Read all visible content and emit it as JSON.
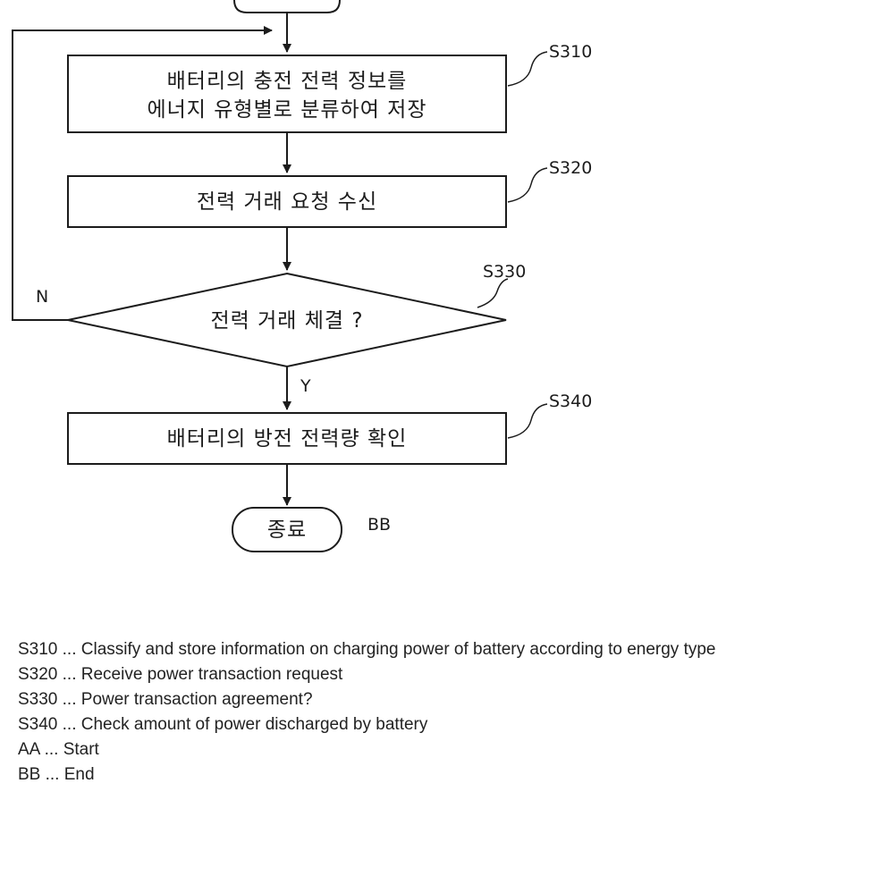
{
  "flowchart": {
    "steps": [
      {
        "id": "S310",
        "lines": [
          "배터리의 충전 전력 정보를",
          "에너지 유형별로 분류하여 저장"
        ]
      },
      {
        "id": "S320",
        "lines": [
          "전력 거래 요청 수신"
        ]
      },
      {
        "id": "S330",
        "text": "전력 거래 체결 ?"
      },
      {
        "id": "S340",
        "lines": [
          "배터리의 방전 전력량 확인"
        ]
      }
    ],
    "end": {
      "text": "종료",
      "tag": "BB"
    },
    "branch_no": "N",
    "branch_yes": "Y"
  },
  "legend": [
    "S310 ... Classify and store information on charging power of battery according to energy type",
    "S320 ... Receive power transaction request",
    "S330 ... Power transaction agreement?",
    "S340 ... Check amount of power discharged by battery",
    "AA ... Start",
    "BB ... End"
  ]
}
